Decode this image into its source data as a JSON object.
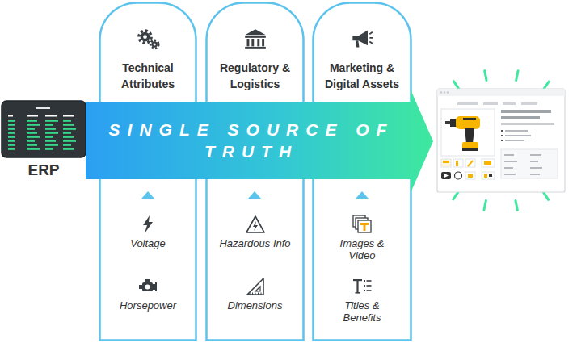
{
  "diagram": {
    "nodes": [
      {
        "text": [
          "ERP"
        ]
      },
      {
        "text": [
          "Technical Attributes"
        ]
      },
      {
        "text": [
          "Voltage"
        ],
        "in": 1
      },
      {
        "text": [
          "Horsepower"
        ],
        "in": 1
      },
      {
        "text": [
          "Regulatory & Logistics"
        ]
      },
      {
        "text": [
          "Hazardous Info"
        ],
        "in": 4
      },
      {
        "text": [
          "Dimensions"
        ],
        "in": 4
      },
      {
        "text": [
          "Marketing & Digital Assets"
        ]
      },
      {
        "text": [
          "Images & Video"
        ],
        "in": 7
      },
      {
        "text": [
          "Titles & Benefits"
        ],
        "in": 7
      },
      {
        "text": [
          "SINGLE SOURCE OF TRUTH"
        ]
      }
    ]
  }
}
